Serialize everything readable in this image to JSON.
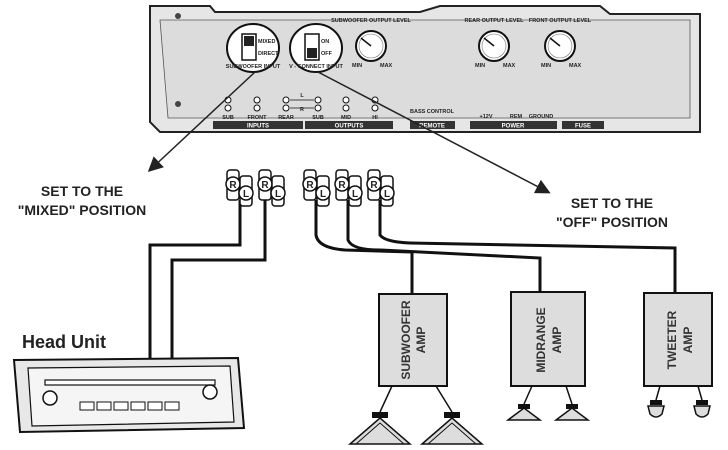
{
  "panel": {
    "subwoofer_input": {
      "title": "SUBWOOFER INPUT",
      "opt_top": "MIXED",
      "opt_bottom": "DIRECT"
    },
    "v_connect_input": {
      "title": "V - CONNECT INPUT",
      "opt_top": "ON",
      "opt_bottom": "OFF"
    },
    "knobs": [
      {
        "title": "SUBWOOFER OUTPUT LEVEL",
        "min": "MIN",
        "max": "MAX"
      },
      {
        "title": "REAR OUTPUT LEVEL",
        "min": "MIN",
        "max": "MAX"
      },
      {
        "title": "FRONT OUTPUT LEVEL",
        "min": "MIN",
        "max": "MAX"
      }
    ],
    "lr_l": "L",
    "lr_r": "R",
    "inputs_labels": [
      "SUB",
      "FRONT",
      "REAR"
    ],
    "outputs_labels": [
      "SUB",
      "MID",
      "HI"
    ],
    "bass_control": "BASS CONTROL",
    "power_labels": [
      "+12V",
      "REM",
      "GROUND"
    ],
    "bars": {
      "inputs": "INPUTS",
      "outputs": "OUTPUTS",
      "remote": "REMOTE",
      "power": "POWER",
      "fuse": "FUSE"
    }
  },
  "callouts": {
    "left_line1": "SET TO THE",
    "left_line2": "\"MIXED\" POSITION",
    "right_line1": "SET TO THE",
    "right_line2": "\"OFF\" POSITION"
  },
  "rca": {
    "r": "R",
    "l": "L"
  },
  "head_unit": {
    "label": "Head Unit"
  },
  "amps": [
    {
      "line1": "SUBWOOFER",
      "line2": "AMP"
    },
    {
      "line1": "MIDRANGE",
      "line2": "AMP"
    },
    {
      "line1": "TWEETER",
      "line2": "AMP"
    }
  ]
}
